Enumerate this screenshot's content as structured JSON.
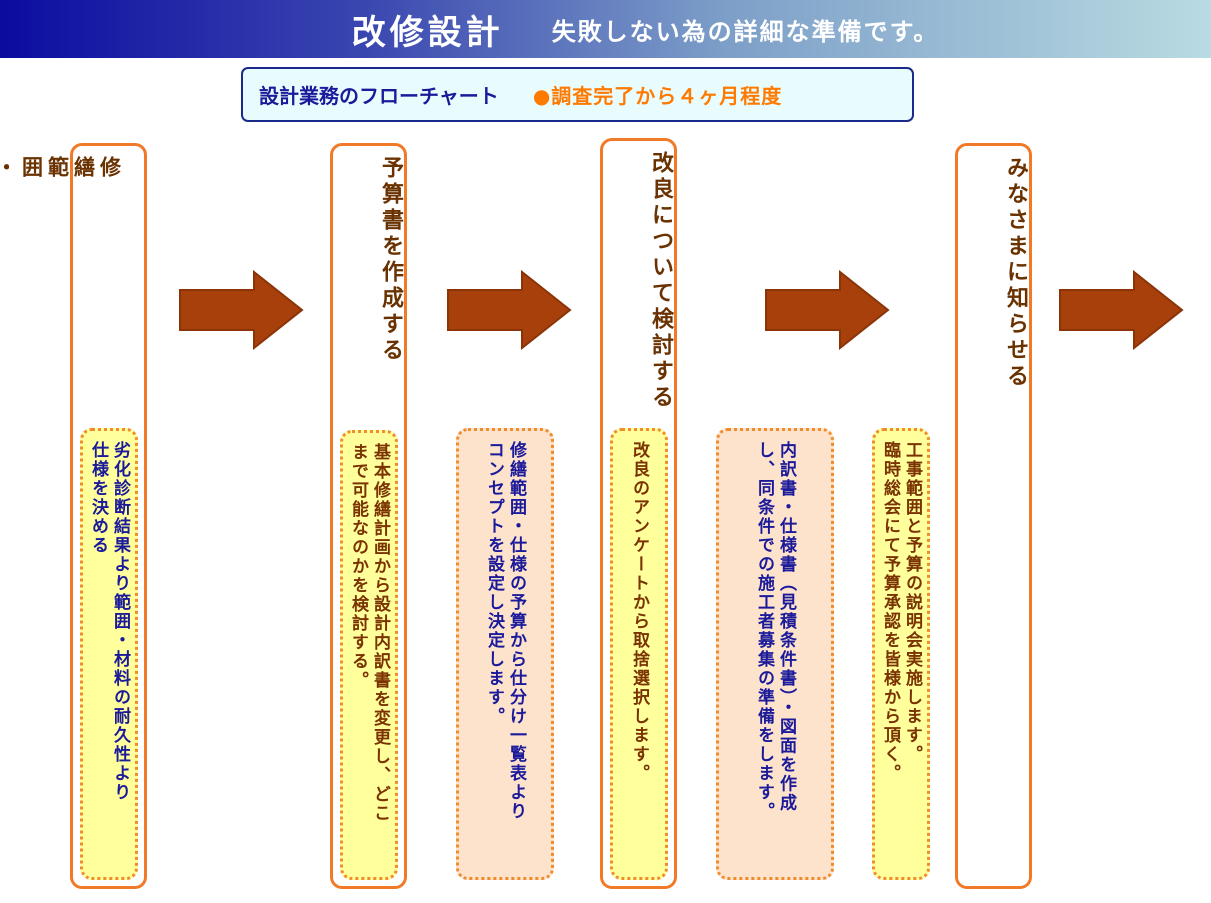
{
  "header": {
    "title": "改修設計",
    "subtitle": "失敗しない為の詳細な準備です。"
  },
  "banner": {
    "main": "設計業務のフローチャート",
    "sub": "●調査完了から４ヶ月程度"
  },
  "steps": [
    {
      "title": "修\n繕\n範\n囲\n・\n仕\n様\n を\n 決\n め\n る"
    },
    {
      "title": "予算書を作成する"
    },
    {
      "title": "改良について検討する"
    },
    {
      "title": "みなさまに知らせる"
    }
  ],
  "notes": [
    {
      "text": "劣化診断結果より範囲・材料の耐久性より\n仕様を決める"
    },
    {
      "text": "基本修繕計画から設計内訳書を変更し、どこ\nまで可能なのかを検討する。"
    },
    {
      "text": "修繕範囲・仕様の予算から仕分け一覧表より\nコンセプトを設定し決定します。"
    },
    {
      "text": "改良のアンケートから取捨選択します。"
    },
    {
      "text": "内訳書・仕様書（見積条件書）・図面を作成\nし、同条件での施工者募集の準備をします。"
    },
    {
      "text": "工事範囲と予算の説明会実施します。\n臨時総会にて予算承認を皆様から頂く。"
    }
  ],
  "colors": {
    "box_border": "#f07a28",
    "arrow_fill": "#a8400c",
    "title_text": "#6a3200",
    "note_yellow": "#ffff9c",
    "note_peach": "#fde2cc",
    "note_text_blue": "#1a1a9a"
  }
}
